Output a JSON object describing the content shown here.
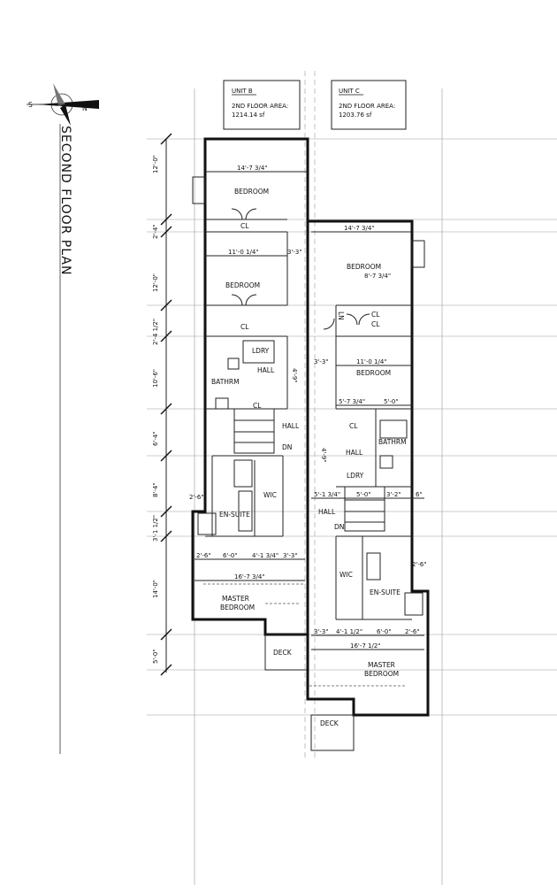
{
  "plan_title": "SECOND FLOOR PLAN",
  "compass": {
    "letters": [
      "S",
      "N"
    ]
  },
  "unit_b": {
    "name": "UNIT B",
    "area_label": "2ND FLOOR AREA:",
    "area_value": "1214.14 sf"
  },
  "unit_c": {
    "name": "UNIT C",
    "area_label": "2ND FLOOR AREA:",
    "area_value": "1203.76 sf"
  },
  "rooms_b": {
    "bedroom1": "BEDROOM",
    "cl1": "CL",
    "bedroom2": "BEDROOM",
    "cl2": "CL",
    "ldry": "LDRY",
    "hall1": "HALL",
    "bathrm": "BATHRM",
    "cl3": "CL",
    "hall2": "HALL",
    "dn": "DN",
    "wic": "WIC",
    "ensuite": "EN-SUITE",
    "master1": "MASTER",
    "master2": "BEDROOM",
    "deck": "DECK"
  },
  "rooms_c": {
    "bedroom1": "BEDROOM",
    "cl1": "CL",
    "cl2": "CL",
    "ln": "LN",
    "bedroom2": "BEDROOM",
    "cl3": "CL",
    "bathrm": "BATHRM",
    "hall1": "HALL",
    "ldry": "LDRY",
    "hall2": "HALL",
    "dn": "DN",
    "wic": "WIC",
    "ensuite": "EN-SUITE",
    "master1": "MASTER",
    "master2": "BEDROOM",
    "deck": "DECK"
  },
  "dims_b": {
    "w_top": "14'-7 3/4\"",
    "w_bed2": "11'-0 1/4\"",
    "d_33": "3'-3\"",
    "d_49": "4'-9\"",
    "d_26": "2'-6\"",
    "m_26": "2'-6\"",
    "m_60": "6'-0\"",
    "m_41": "4'-1 3/4\"",
    "m_33": "3'-3\"",
    "w_master": "16'-7 3/4\""
  },
  "dims_c": {
    "w_top": "14'-7 3/4\"",
    "w_873": "8'-7 3/4\"",
    "d_33": "3'-3\"",
    "w_110": "11'-0 1/4\"",
    "w_573": "5'-7 3/4\"",
    "w_50": "5'-0\"",
    "d_49": "4'-9\"",
    "h_513": "5'-1 3/4\"",
    "h_50": "5'-0\"",
    "h_32": "3'-2\"",
    "h_6": "6\"",
    "d_26": "2'-6\"",
    "m_33": "3'-3\"",
    "m_41": "4'-1 1/2\"",
    "m_60": "6'-0\"",
    "m_26": "2'-6\"",
    "w_master": "16'-7 1/2\""
  },
  "vertical_dims": [
    "12'-0\"",
    "2'-4\"",
    "12'-0\"",
    "2'-4 1/2\"",
    "10'-6\"",
    "6'-4\"",
    "8'-4\"",
    "3'-1 1/2\"",
    "14'-0\"",
    "5'-0\""
  ]
}
